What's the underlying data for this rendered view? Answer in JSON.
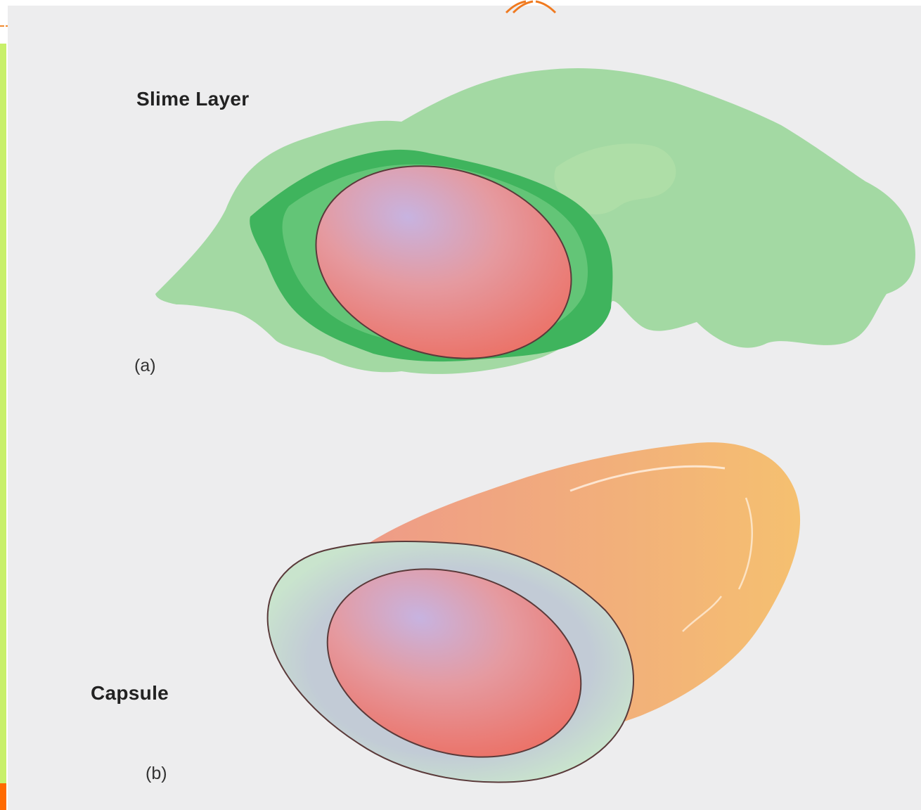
{
  "figure": {
    "panel_a": {
      "title": "Slime Layer",
      "part_label": "(a)"
    },
    "panel_b": {
      "title": "Capsule",
      "part_label": "(b)"
    }
  },
  "colors": {
    "background": "#ededee",
    "slime_outer": "#8fd38f",
    "slime_inner": "#37b35a",
    "cell": "#e88a86",
    "cell_highlight": "#c7b3e0",
    "capsule_ring": "#c8ded0",
    "capsule_body": "#f2b07a",
    "left_accent": "#c8f06a",
    "orange_accent": "#ff6a00"
  }
}
